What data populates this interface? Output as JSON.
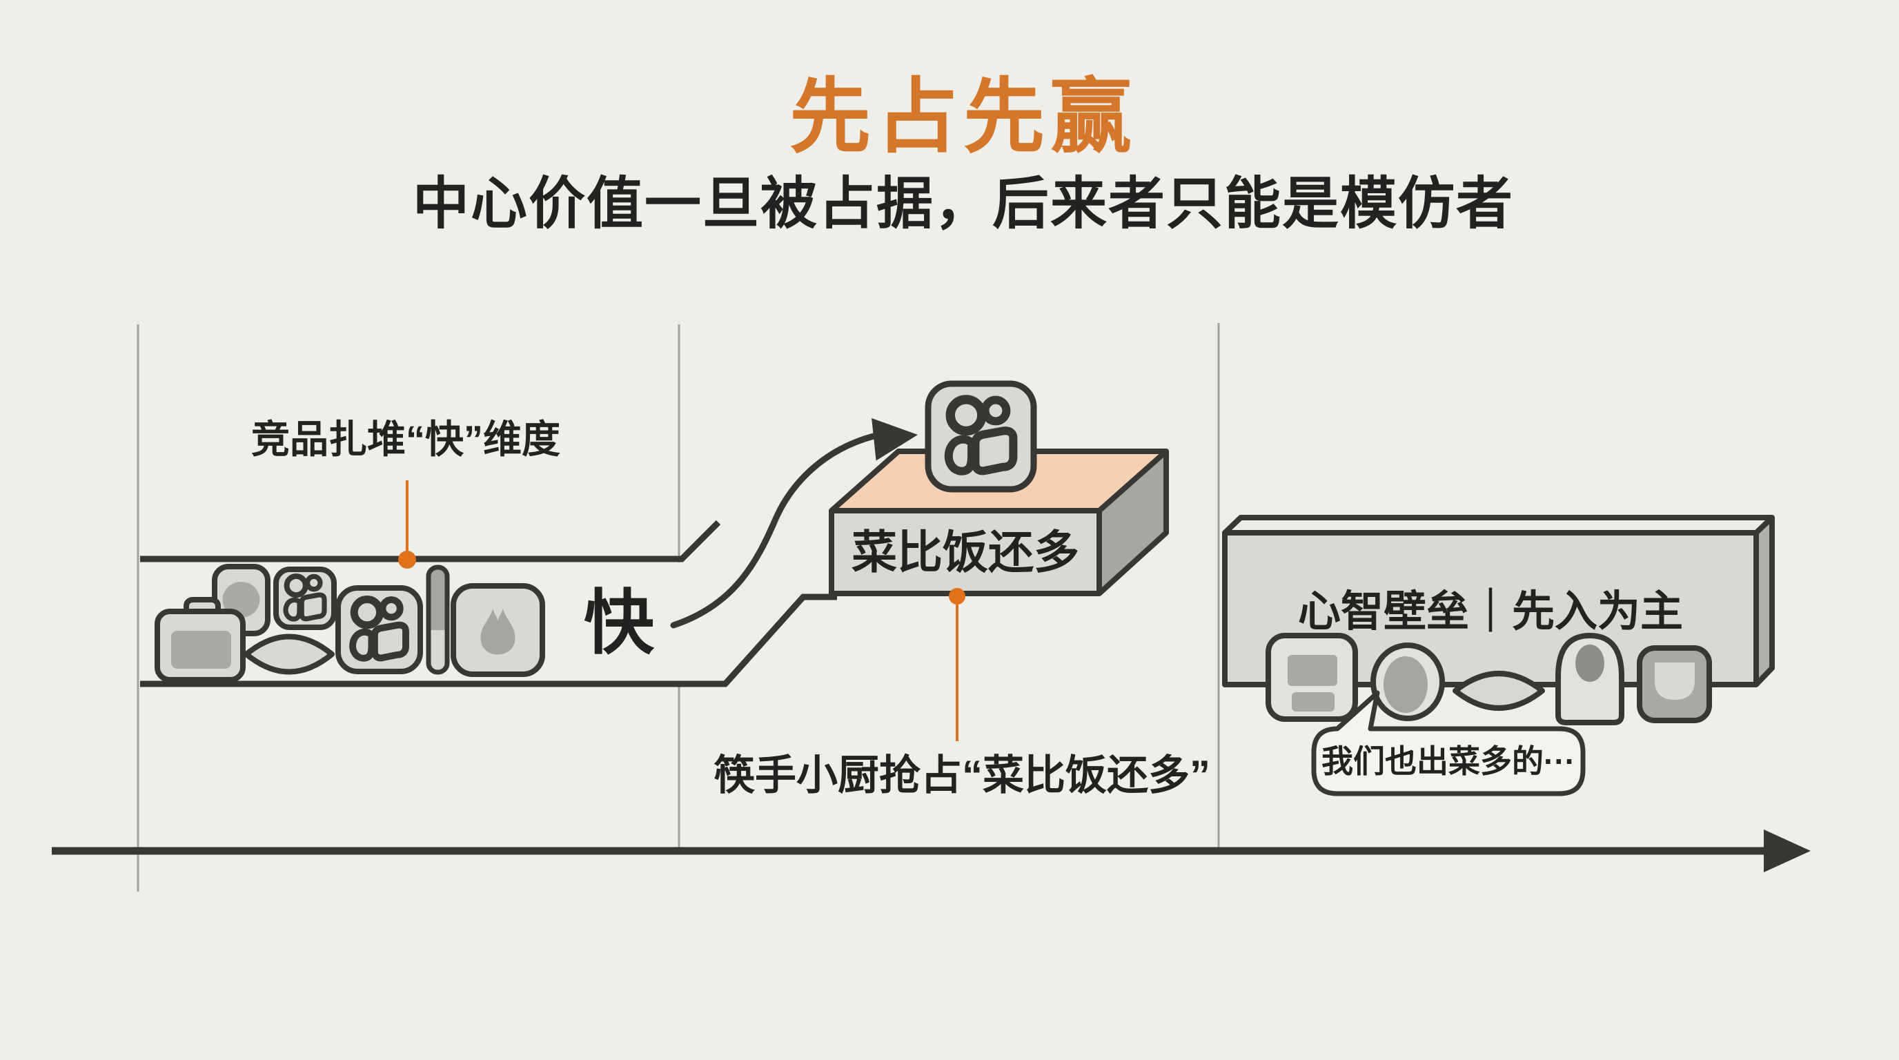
{
  "slide": {
    "title": "先占先赢",
    "subtitle": "中心价值一旦被占据，后来者只能是模仿者"
  },
  "stage_competitors": {
    "label": "竞品扎堆“快”维度",
    "keyword": "快",
    "icons": [
      "camera-bag-icon",
      "portrait-app-icon",
      "kuaishou-logo-icon",
      "lens-app-icon",
      "kuaishou-logo-icon",
      "divider-bar-icon",
      "flame-app-icon"
    ]
  },
  "stage_occupy": {
    "label": "筷手小厨抢占“菜比饭还多”",
    "box_text": "菜比饭还多",
    "box_top_icon": "kuaishou-logo-icon"
  },
  "stage_barrier": {
    "wall_text": "心智壁垒｜先入为主",
    "bubble_text": "我们也出菜多的···",
    "icons": [
      "list-app-icon",
      "oval-app-icon",
      "lens-app-icon",
      "avatar-app-icon",
      "cup-app-icon"
    ]
  },
  "colors": {
    "background": "#efeee9",
    "accent_orange": "#d4772b",
    "marker_orange": "#e0721c",
    "stroke_dark": "#383733",
    "box_top_peach": "#f5d0b2",
    "surface_gray": "#d9d8d3",
    "divider_gray": "#a3a19a"
  }
}
